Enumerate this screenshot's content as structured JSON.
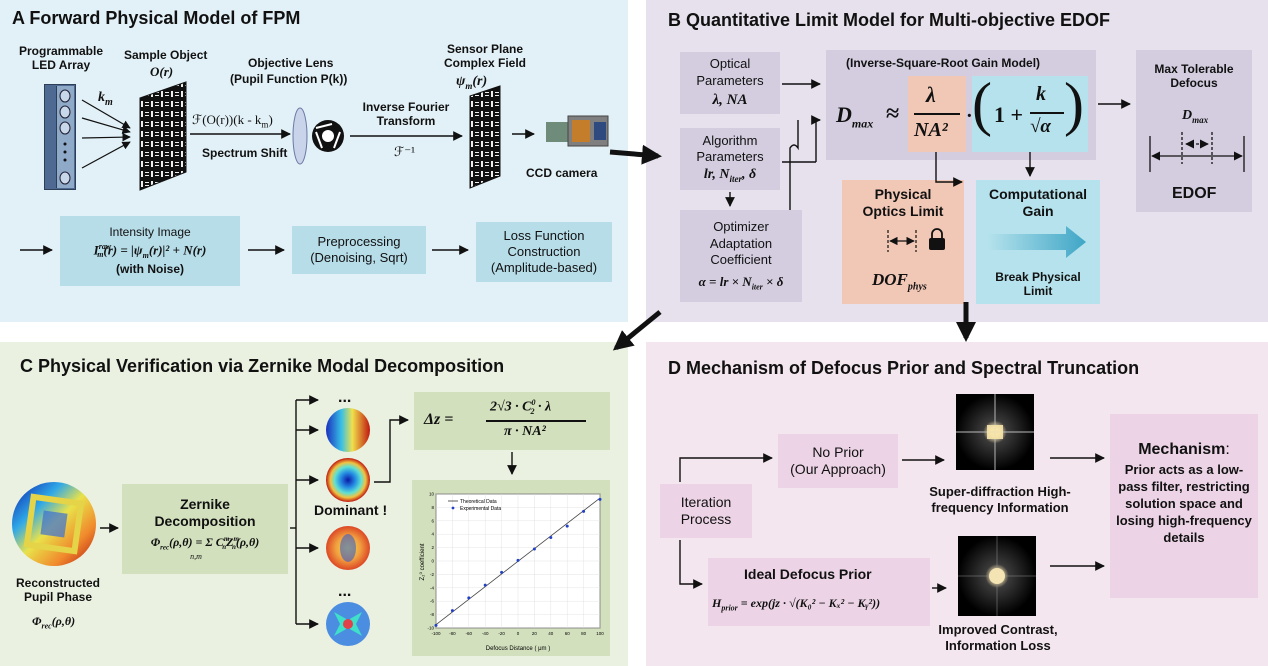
{
  "panel_a": {
    "title": "A  Forward Physical Model of FPM",
    "led_label": "Programmable LED Array",
    "km": "k",
    "km_sub": "m",
    "sample_label": "Sample Object",
    "sample_math": "O(r)",
    "spectrum_math": "ℱ(O(r))(k - k",
    "spectrum_math_sub": "m",
    "spectrum_label": "Spectrum Shift",
    "objective_label": "Objective Lens",
    "pupil_label": "(Pupil Function P(k))",
    "ift_label": "Inverse Fourier Transform",
    "ift_math": "ℱ⁻¹",
    "sensor_label": "Sensor Plane Complex Field",
    "sensor_math": "ψ",
    "sensor_math_tail": "(r)",
    "ccd_label": "CCD camera",
    "intensity_title": "Intensity Image",
    "intensity_formula": "I",
    "intensity_formula_rest": "(r) = |ψ",
    "intensity_formula_tail": "(r)|² + N(r)",
    "intensity_sup": "raw",
    "intensity_note": "(with Noise)",
    "preprocess_title": "Preprocessing",
    "preprocess_sub": "(Denoising, Sqrt)",
    "loss_title": "Loss Function Construction",
    "loss_sub": "(Amplitude-based)"
  },
  "panel_b": {
    "title": "B  Quantitative Limit Model for Multi-objective EDOF",
    "optical_title": "Optical Parameters",
    "optical_math": "λ, NA",
    "algo_title": "Algorithm Parameters",
    "algo_math": "lr,  N",
    "algo_math_sub": "iter",
    "algo_math_tail": ",  δ",
    "optimizer_title": "Optimizer Adaptation Coefficient",
    "optimizer_math": "α = lr × N",
    "optimizer_math_sub": "iter",
    "optimizer_math_tail": " × δ",
    "model_title": "(Inverse-Square-Root Gain Model)",
    "dmax": "D",
    "dmax_sub": "max",
    "approx": "≈",
    "lambda": "λ",
    "na2": "NA²",
    "one_plus": "1 +",
    "k": "k",
    "sqrt_alpha": "√α",
    "max_tol_title": "Max Tolerable Defocus",
    "max_tol_math": "D",
    "max_tol_sub": "max",
    "edof": "EDOF",
    "phys_title": "Physical Optics Limit",
    "dof_phys": "DOF",
    "dof_phys_sub": "phys",
    "comp_title": "Computational Gain",
    "break_label": "Break Physical Limit"
  },
  "panel_c": {
    "title": "C  Physical Verification via Zernike Modal Decomposition",
    "pupil_label": "Reconstructed Pupil Phase",
    "pupil_math": "Φ",
    "pupil_math_sub": "rec",
    "pupil_math_tail": "(ρ,θ)",
    "zernike_title": "Zernike Decomposition",
    "zernike_formula": "Φ",
    "zernike_formula_sub": "rec",
    "zernike_formula_tail": "(ρ,θ) = Σ C",
    "zernike_formula_end": "Z",
    "zernike_formula_last": "(ρ,θ)",
    "zernike_nm": "n,m",
    "ellipsis": "...",
    "dominant": "Dominant !",
    "dz_formula": "Δz =",
    "dz_num": "2√3 · C",
    "dz_num_tail": " · λ",
    "dz_den": "π · NA²",
    "legend_theoretical": "Theoretical Data",
    "legend_experimental": "Experimental Data",
    "xlabel": "Defocus Distance ( μm )",
    "ylabel": "Z₂⁰ coefficient"
  },
  "panel_d": {
    "title": "D  Mechanism of Defocus Prior and Spectral Truncation",
    "iteration_label": "Iteration Process",
    "no_prior_title": "No Prior",
    "no_prior_sub": "(Our Approach)",
    "super_label": "Super-diffraction High-frequency Information",
    "ideal_title": "Ideal Defocus Prior",
    "h_formula": "H",
    "h_formula_sub": "prior",
    "h_formula_tail": " = exp(jz · √(K₀² − Kₓ² − Kᵧ²))",
    "improved_label": "Improved Contrast, Information Loss",
    "mechanism_title": "Mechanism",
    "mechanism_colon": ":",
    "mechanism_text": "Prior acts as a low-pass filter, restricting solution space and losing high-frequency details"
  },
  "colors": {
    "panel_a_bg": "#e2f1f7",
    "panel_b_bg": "#e6e1ec",
    "panel_c_bg": "#eaf1e1",
    "panel_d_bg": "#f4e6ee",
    "blue_box": "#b7dde9",
    "lilac_box": "#d4cde0",
    "green_box": "#d2e0bd",
    "pink_box": "#ecd4e6",
    "salmon": "#f1c7b6",
    "cyan": "#b5e2ec"
  },
  "chart_data": {
    "type": "scatter",
    "xlabel": "Defocus Distance ( μm )",
    "ylabel": "Z₂⁰ coefficient",
    "xlim": [
      -100,
      100
    ],
    "ylim": [
      -10,
      10
    ],
    "xticks": [
      -100,
      -80,
      -60,
      -40,
      -20,
      0,
      20,
      40,
      60,
      80,
      100
    ],
    "yticks": [
      -10,
      -8,
      -6,
      -4,
      -2,
      0,
      2,
      4,
      6,
      8,
      10
    ],
    "series": [
      {
        "name": "Theoretical Data",
        "kind": "line",
        "x": [
          -100,
          100
        ],
        "y": [
          -9.5,
          9.4
        ]
      },
      {
        "name": "Experimental Data",
        "kind": "points",
        "x": [
          -100,
          -80,
          -60,
          -40,
          -20,
          0,
          20,
          40,
          60,
          80,
          100
        ],
        "y": [
          -9.6,
          -7.4,
          -5.5,
          -3.6,
          -1.7,
          0.1,
          1.8,
          3.5,
          5.2,
          7.4,
          9.2
        ]
      }
    ],
    "legend": "top-left",
    "grid": true
  }
}
